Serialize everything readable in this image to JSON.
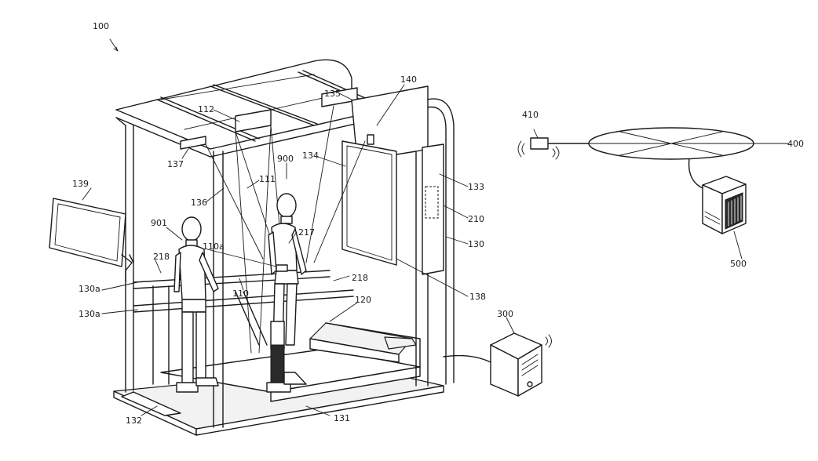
{
  "labels": {
    "l100": "100",
    "l140": "140",
    "l135": "135",
    "l112": "112",
    "l137": "137",
    "l900": "900",
    "l134": "134",
    "l133": "133",
    "l111": "111",
    "l136": "136",
    "l139": "139",
    "l901": "901",
    "l217": "217",
    "l210": "210",
    "l110a": "110a",
    "l130": "130",
    "l218a": "218",
    "l218b": "218",
    "l130a_1": "130a",
    "l110": "110",
    "l130a_2": "130a",
    "l120": "120",
    "l138": "138",
    "l300": "300",
    "l132": "132",
    "l131": "131",
    "l410": "410",
    "l400": "400",
    "l500": "500"
  }
}
